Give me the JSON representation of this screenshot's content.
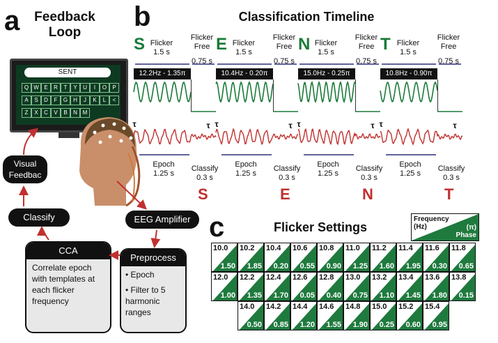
{
  "panel_a": {
    "letter": "a",
    "title_line1": "Feedback",
    "title_line2": "Loop",
    "screen_text": "SENT",
    "keyboard_rows": [
      [
        "Q",
        "W",
        "E",
        "R",
        "T",
        "Y",
        "U",
        "I",
        "O",
        "P"
      ],
      [
        "A",
        "S",
        "D",
        "F",
        "G",
        "H",
        "J",
        "K",
        "L",
        "<"
      ],
      [
        "Z",
        "X",
        "C",
        "V",
        "B",
        "N",
        "M"
      ]
    ],
    "visual_feedback": "Visual Feedbac",
    "classify": "Classify",
    "eeg_amplifier": "EEG Amplifier",
    "cca": {
      "title": "CCA",
      "body": "Correlate epoch with templates at each flicker frequency"
    },
    "preprocess": {
      "title": "Preprocess",
      "items": [
        "Epoch",
        "Filter to 5 harmonic ranges"
      ]
    }
  },
  "panel_b": {
    "letter": "b",
    "title": "Classification Timeline",
    "steps": [
      {
        "letter": "S",
        "freq": "12.2Hz - 1.35π",
        "result": "S"
      },
      {
        "letter": "E",
        "freq": "10.4Hz - 0.20π",
        "result": "E"
      },
      {
        "letter": "N",
        "freq": "15.0Hz - 0.25π",
        "result": "N"
      },
      {
        "letter": "T",
        "freq": "10.8Hz - 0.90π",
        "result": "T"
      }
    ],
    "flicker_label": "Flicker",
    "flicker_duration": "1.5 s",
    "free_label_1": "Flicker",
    "free_label_2": "Free",
    "free_duration": "0.75 s",
    "epoch_label": "Epoch",
    "epoch_duration": "1.25 s",
    "classify_label": "Classify",
    "classify_duration": "0.3 s",
    "tau": "τ"
  },
  "panel_c": {
    "letter": "c",
    "title": "Flicker Settings",
    "legend_freq_1": "Frequency",
    "legend_freq_2": "(Hz)",
    "legend_phase_1": "(π)",
    "legend_phase_2": "Phase",
    "rows": [
      [
        [
          "10.0",
          "1.50"
        ],
        [
          "10.2",
          "1.85"
        ],
        [
          "10.4",
          "0.20"
        ],
        [
          "10.6",
          "0.55"
        ],
        [
          "10.8",
          "0.90"
        ],
        [
          "11.0",
          "1.25"
        ],
        [
          "11.2",
          "1.60"
        ],
        [
          "11.4",
          "1.95"
        ],
        [
          "11.6",
          "0.30"
        ],
        [
          "11.8",
          "0.65"
        ]
      ],
      [
        [
          "12.0",
          "1.00"
        ],
        [
          "12.2",
          "1.35"
        ],
        [
          "12.4",
          "1.70"
        ],
        [
          "12.6",
          "0.05"
        ],
        [
          "12.8",
          "0.40"
        ],
        [
          "13.0",
          "0.75"
        ],
        [
          "13.2",
          "1.10"
        ],
        [
          "13.4",
          "1.45"
        ],
        [
          "13.6",
          "1.80"
        ],
        [
          "13.8",
          "0.15"
        ]
      ],
      [
        [
          "14.0",
          "0.50"
        ],
        [
          "14.2",
          "0.85"
        ],
        [
          "14.4",
          "1.20"
        ],
        [
          "14.6",
          "1.55"
        ],
        [
          "14.8",
          "1.90"
        ],
        [
          "15.0",
          "0.25"
        ],
        [
          "15.2",
          "0.60"
        ],
        [
          "15.4",
          "0.95"
        ]
      ]
    ]
  },
  "colors": {
    "green": "#1a7a3a",
    "red": "#c0302f",
    "cellGreen": "#1f7a3e"
  }
}
